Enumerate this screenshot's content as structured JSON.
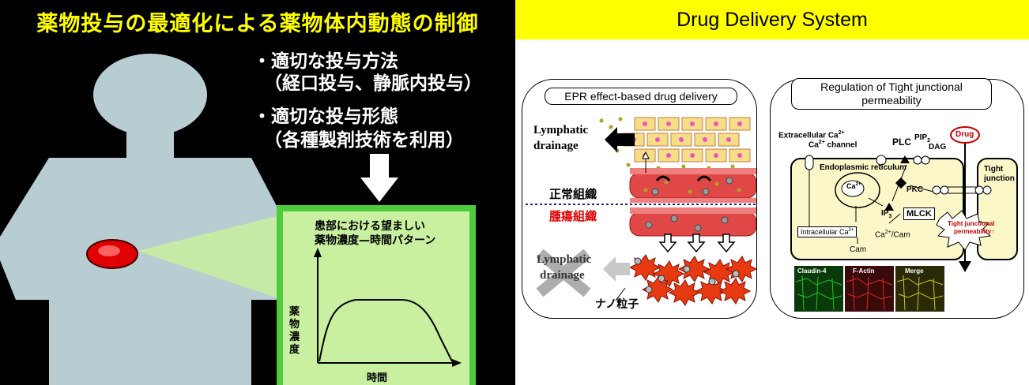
{
  "left": {
    "title": "薬物投与の最適化による薬物体内動態の制御",
    "bullet1_line1": "・適切な投与方法",
    "bullet1_line2": "（経口投与、静脈内投与）",
    "bullet2_line1": "・適切な投与形態",
    "bullet2_line2": "（各種製剤技術を利用）",
    "graph": {
      "title_line1": "患部における望ましい",
      "title_line2": "薬物濃度—時間パターン",
      "ylabel": "薬物濃度",
      "xlabel": "時間"
    },
    "colors": {
      "title": "#ffff00",
      "body": "#b8cdd1",
      "tumor": "#e00000",
      "graph_bg": "#c8f0a0",
      "graph_border": "#4ecb3a"
    }
  },
  "right": {
    "title": "Drug Delivery System",
    "epr": {
      "title": "EPR effect-based drug delivery",
      "lymphatic_top_line1": "Lymphatic",
      "lymphatic_top_line2": "drainage",
      "normal_label": "正常組織",
      "tumor_label": "腫瘍組織",
      "lymphatic_bottom_line1": "Lymphatic",
      "lymphatic_bottom_line2": "drainage",
      "nano_label": "ナノ粒子"
    },
    "tj": {
      "title_line1": "Regulation of Tight junctional",
      "title_line2": "permeability",
      "extracellular": "Extracellular Ca",
      "extracellular_sup": "2+",
      "channel_prefix": "Ca",
      "channel_sup": "2+",
      "channel_suffix": " channel",
      "plc": "PLC",
      "pip": "PIP",
      "pip_sub": "2",
      "dag": "DAG",
      "drug": "Drug",
      "tight_line1": "Tight",
      "tight_line2": "junction",
      "er": "Endoplasmic reticulum",
      "ca": "Ca",
      "ca_sup": "2+",
      "pkc": "PKC",
      "ip": "IP",
      "ip_sub": "3",
      "mlck": "MLCK",
      "tjp_line1": "Tight junctional",
      "tjp_line2": "permeability↑",
      "intracellular": "Intracellular Ca",
      "intracellular_sup": "2+",
      "cacam": "Ca",
      "cacam_sup": "2+",
      "cacam_suffix": "/Cam",
      "cam": "Cam",
      "micro": [
        "Claudin-4",
        "F-Actin",
        "Merge"
      ]
    }
  }
}
